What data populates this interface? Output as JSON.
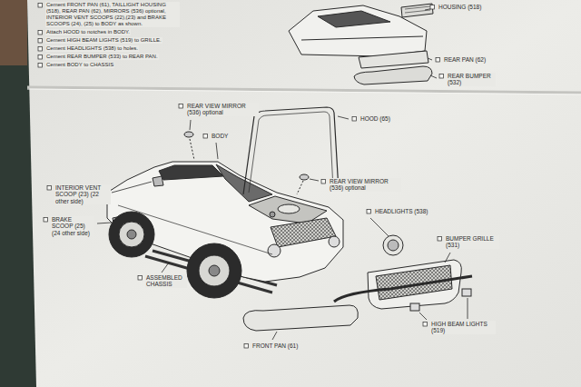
{
  "diagram": {
    "labels": [
      "Cement FRONT PAN (61), TAILLIGHT HOUSING (518), REAR PAN (62), MIRRORS (536) optional, INTERIOR VENT SCOOPS (22),(23) and BRAKE SCOOPS (24), (25) to BODY as shown.",
      "Attach HOOD to notches in BODY.",
      "Cement HIGH BEAM LIGHTS (519) to GRILLE.",
      "Cement HEADLIGHTS (538) to holes.",
      "Cement REAR BUMPER (533) to REAR PAN.",
      "Cement BODY to CHASSIS",
      "HOUSING (518)",
      "REAR PAN (62)",
      "REAR BUMPER (532)",
      "REAR VIEW MIRROR (536) optional",
      "BODY",
      "HOOD (65)",
      "REAR VIEW MIRROR (536) optional",
      "INTERIOR VENT SCOOP (23) (22 other side)",
      "BRAKE SCOOP (25) (24 other side)",
      "HEADLIGHTS (538)",
      "BUMPER GRILLE (531)",
      "HIGH BEAM LIGHTS (519)",
      "ASSEMBLED CHASSIS",
      "FRONT PAN (61)"
    ]
  }
}
